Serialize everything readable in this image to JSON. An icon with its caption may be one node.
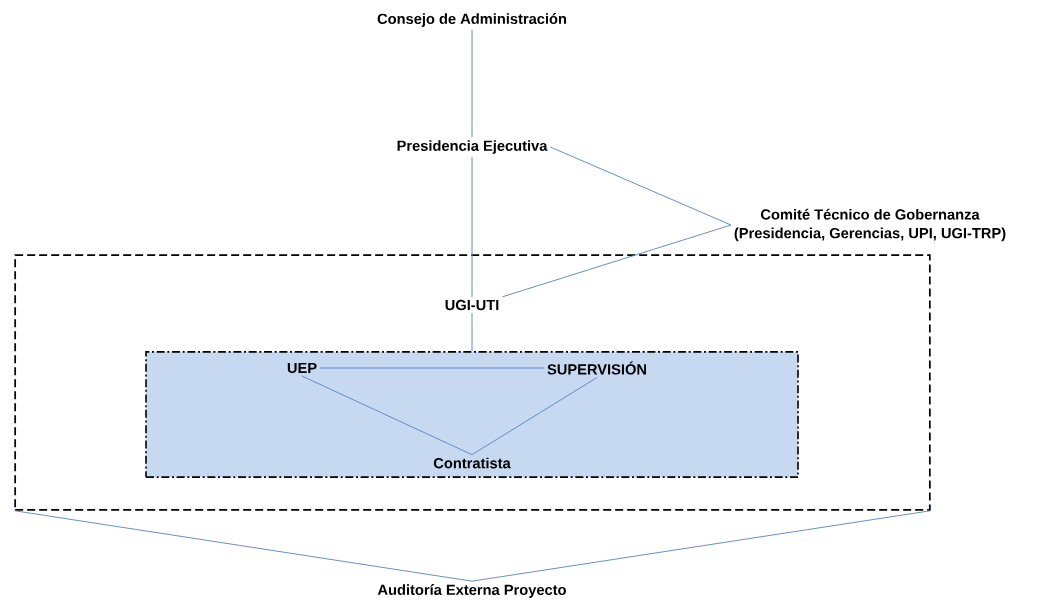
{
  "diagram": {
    "nodes": [
      {
        "text": [
          "Consejo de Administración"
        ]
      },
      {
        "text": [
          "Presidencia Ejecutiva"
        ]
      },
      {
        "text": [
          "Comité Técnico de Gobernanza",
          "(Presidencia, Gerencias, UPI, UGI-TRP)"
        ]
      },
      {
        "text": [],
        "shape": "box"
      },
      {
        "text": [
          "UGI-UTI"
        ],
        "in": 3
      },
      {
        "text": [],
        "shape": "box",
        "in": 3
      },
      {
        "text": [
          "UEP"
        ],
        "in": 5
      },
      {
        "text": [
          "SUPERVISIÓN"
        ],
        "in": 5
      },
      {
        "text": [
          "Contratista"
        ],
        "in": 5
      },
      {
        "text": [
          "Auditoría Externa Proyecto"
        ]
      }
    ],
    "edges": [
      {
        "from": 0,
        "to": 1,
        "arrow": "none"
      },
      {
        "from": 1,
        "to": 4,
        "arrow": "none"
      },
      {
        "from": 1,
        "to": 2,
        "arrow": "none"
      },
      {
        "from": 2,
        "to": 4,
        "arrow": "none"
      },
      {
        "from": 4,
        "to": 5,
        "arrow": "none"
      },
      {
        "from": 6,
        "to": 7,
        "arrow": "none"
      },
      {
        "from": 6,
        "to": 8,
        "arrow": "none"
      },
      {
        "from": 7,
        "to": 8,
        "arrow": "none"
      },
      {
        "from": 3,
        "to": 9,
        "arrow": "none"
      },
      {
        "from": 3,
        "to": 9,
        "arrow": "none"
      }
    ]
  }
}
